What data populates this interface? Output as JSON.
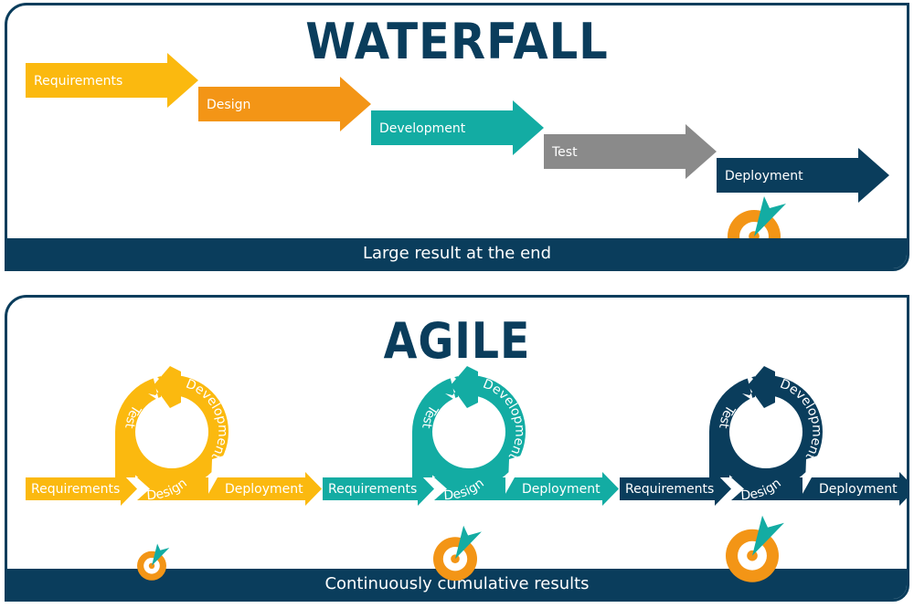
{
  "colors": {
    "navy": "#0a3d5c",
    "yellow": "#fbb90f",
    "orange": "#f39516",
    "teal": "#13aca3",
    "gray": "#8a8a8a",
    "white": "#ffffff"
  },
  "waterfall": {
    "title": "WATERFALL",
    "steps": [
      {
        "label": "Requirements",
        "color": "#fbb90f"
      },
      {
        "label": "Design",
        "color": "#f39516"
      },
      {
        "label": "Development",
        "color": "#13aca3"
      },
      {
        "label": "Test",
        "color": "#8a8a8a"
      },
      {
        "label": "Deployment",
        "color": "#0a3d5c"
      }
    ],
    "footer": "Large result at the end",
    "target_icon": "target-icon"
  },
  "agile": {
    "title": "AGILE",
    "cycles": [
      {
        "color": "#fbb90f",
        "requirements": "Requirements",
        "design": "Design",
        "development": "Development",
        "test": "Test",
        "deployment": "Deployment",
        "result_size": "small"
      },
      {
        "color": "#13aca3",
        "requirements": "Requirements",
        "design": "Design",
        "development": "Development",
        "test": "Test",
        "deployment": "Deployment",
        "result_size": "medium"
      },
      {
        "color": "#0a3d5c",
        "requirements": "Requirements",
        "design": "Design",
        "development": "Development",
        "test": "Test",
        "deployment": "Deployment",
        "result_size": "large"
      }
    ],
    "footer": "Continuously cumulative results",
    "target_icon": "target-icon"
  }
}
